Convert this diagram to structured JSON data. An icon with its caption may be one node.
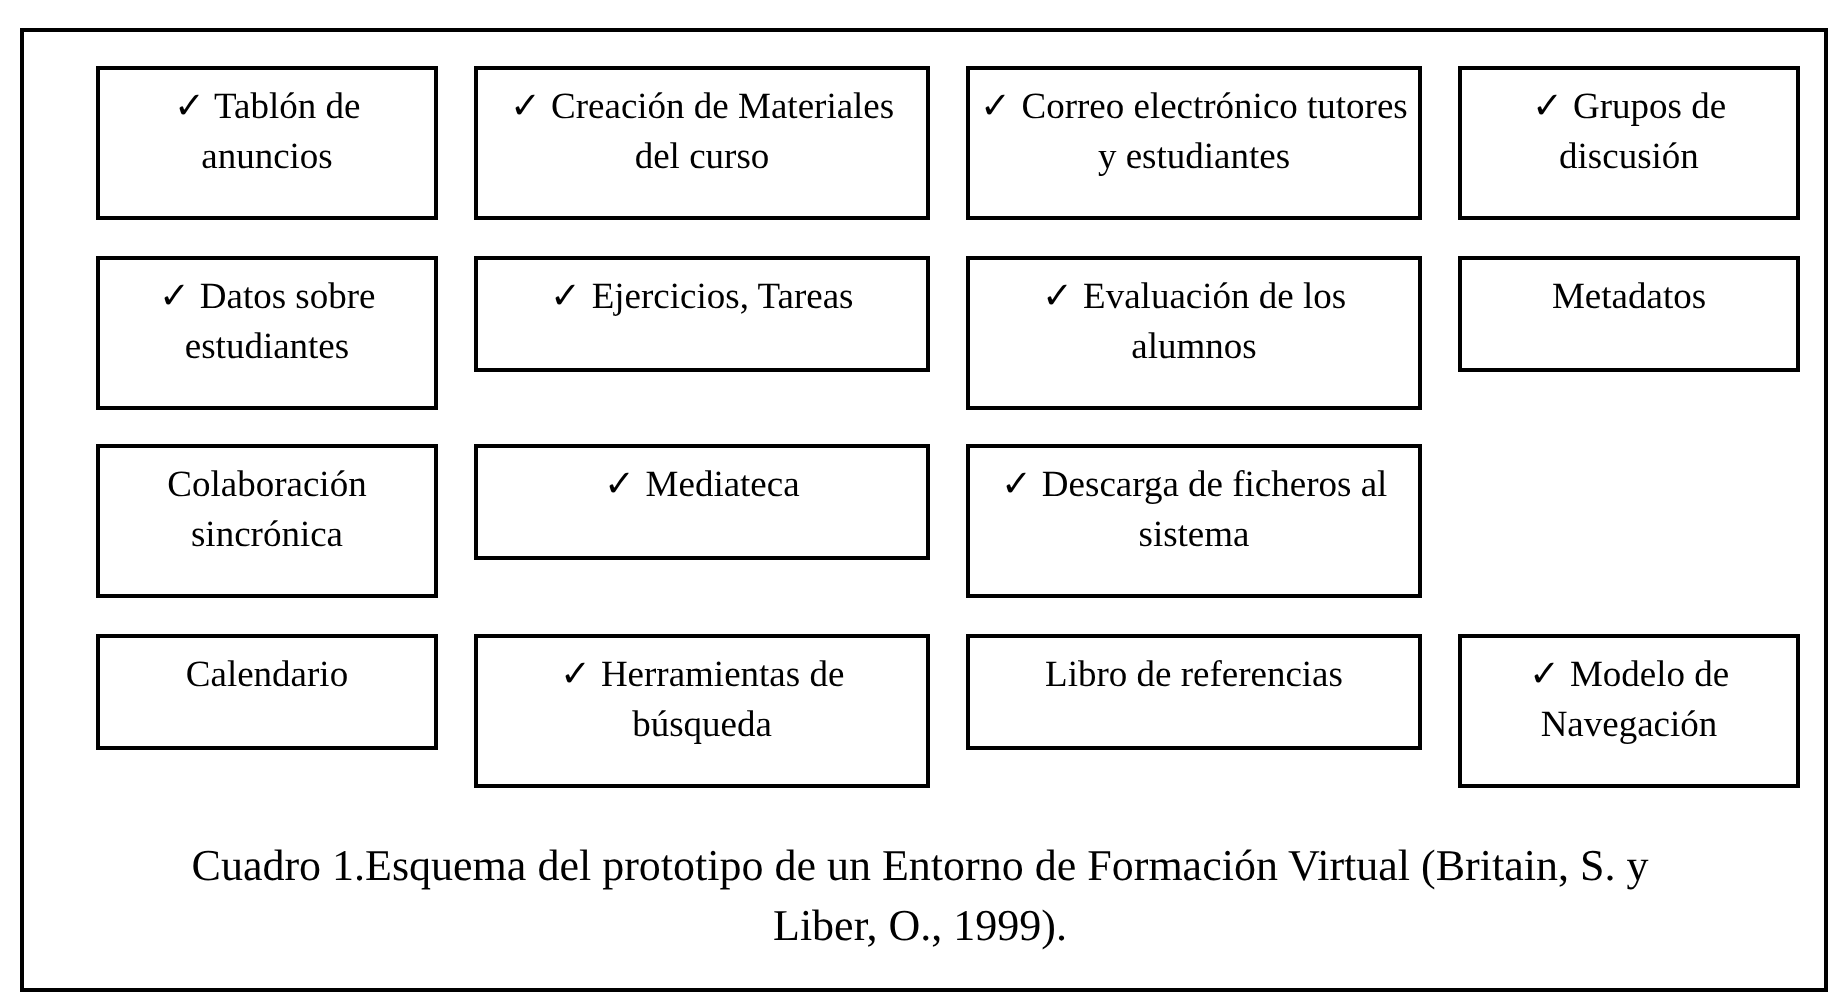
{
  "diagram": {
    "caption": "Cuadro 1.Esquema del prototipo de un Entorno de Formación Virtual (Britain, S. y Liber, O., 1999).",
    "nodes": [
      {
        "text": [
          "✓ Tablón de anuncios"
        ]
      },
      {
        "text": [
          "✓ Creación de Materiales del curso"
        ]
      },
      {
        "text": [
          "✓ Correo electrónico tutores y estudiantes"
        ]
      },
      {
        "text": [
          "✓ Grupos de discusión"
        ]
      },
      {
        "text": [
          "✓ Datos sobre estudiantes"
        ]
      },
      {
        "text": [
          "✓ Ejercicios, Tareas"
        ]
      },
      {
        "text": [
          "✓ Evaluación de los alumnos"
        ]
      },
      {
        "text": [
          "Metadatos"
        ]
      },
      {
        "text": [
          "Colaboración sincrónica"
        ]
      },
      {
        "text": [
          "✓ Mediateca"
        ]
      },
      {
        "text": [
          "✓ Descarga de ficheros al sistema"
        ]
      },
      {
        "text": [
          "Calendario"
        ]
      },
      {
        "text": [
          "✓ Herramientas de búsqueda"
        ]
      },
      {
        "text": [
          "Libro de referencias"
        ]
      },
      {
        "text": [
          "✓ Modelo de Navegación"
        ]
      }
    ]
  }
}
